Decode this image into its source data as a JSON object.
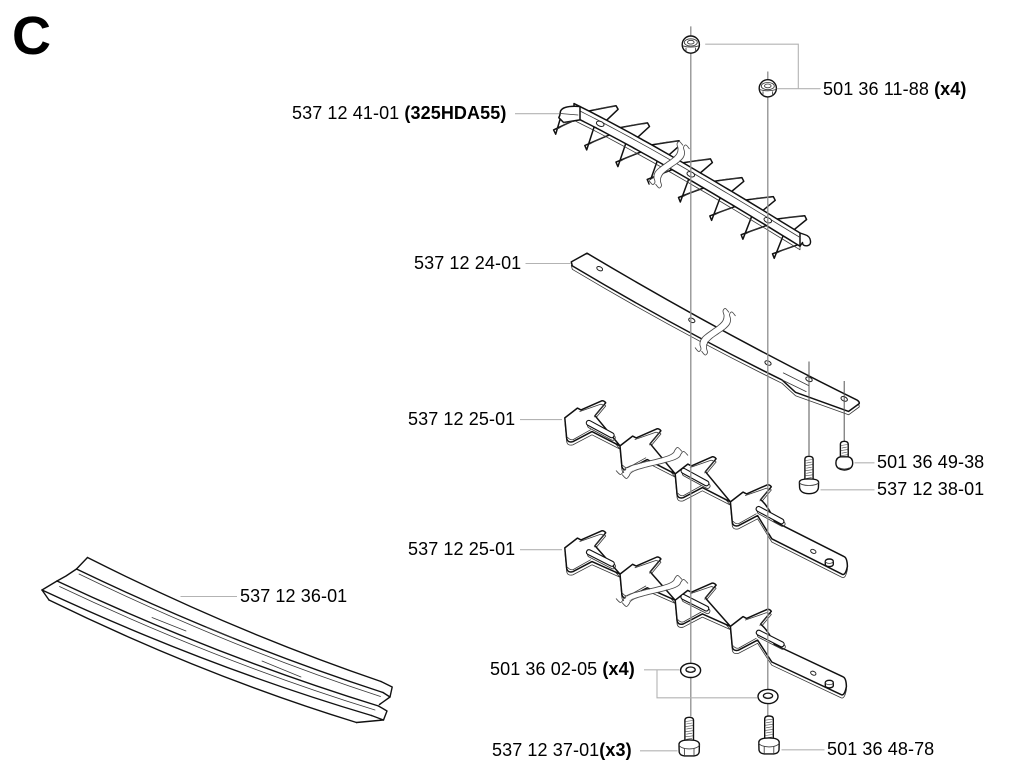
{
  "figure": {
    "letter": "C"
  },
  "labels": {
    "top_blade": {
      "text": "537 12 41-01 ",
      "bold": "(325HDA55)"
    },
    "nuts": {
      "text": "501 36 11-88 ",
      "bold": "(x4)"
    },
    "support_bar": {
      "text": "537 12 24-01"
    },
    "cutter_blade_upper": {
      "text": "537 12 25-01"
    },
    "cutter_blade_lower": {
      "text": "537 12 25-01"
    },
    "guard_rail": {
      "text": "537 12 36-01"
    },
    "screw_49_38": {
      "text": "501 36 49-38"
    },
    "screw_38_01": {
      "text": "537 12 38-01"
    },
    "washers": {
      "text": "501 36 02-05 ",
      "bold": "(x4)"
    },
    "bolt_37_01": {
      "text": "537 12 37-01",
      "bold": "(x3)"
    },
    "bolt_48_78": {
      "text": "501 36 48-78"
    }
  },
  "colors": {
    "background": "#ffffff",
    "line": "#111111",
    "leader": "#b3b3b3",
    "axis": "#8e8e8e",
    "text": "#000000"
  }
}
